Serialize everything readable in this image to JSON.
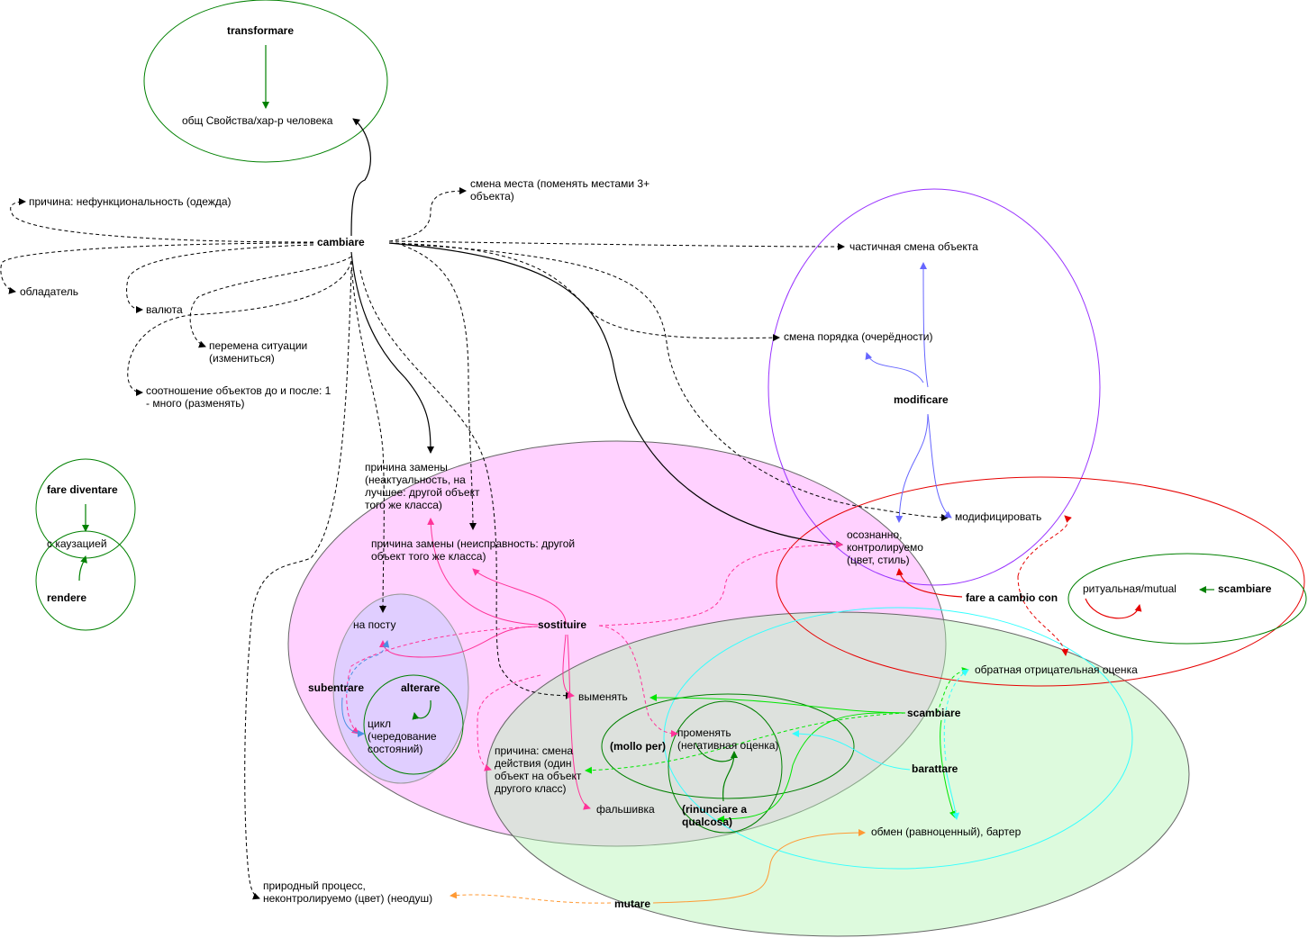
{
  "nodes": {
    "transformare": "transformare",
    "props": "общ Свойства/хар-р человека",
    "cambiare": "cambiare",
    "cause_nonfunc": "причина: нефункциональность (одежда)",
    "owner": "обладатель",
    "currency": "валюта",
    "situation": [
      "перемена ситуации",
      "(измениться)"
    ],
    "ratio": [
      "соотношение объектов до и после: 1",
      "- много (разменять)"
    ],
    "place_change": [
      "смена места (поменять местами 3+",
      "объекта)"
    ],
    "partial_change": "частичная смена объекта",
    "order_change": "смена порядка (очерёдности)",
    "modificare": "modificare",
    "modify": "модифицировать",
    "conscious": [
      "осознанно,",
      "контролируемо",
      "(цвет, стиль)"
    ],
    "fare_a_cambio": "fare a cambio con",
    "ritual": "ритуальная/mutual",
    "scambiare_red": "scambiare",
    "neg_eval_back": "обратная отрицательная оценка",
    "reason_outdated": [
      "причина замены",
      "(неактуальность, на",
      "лучшее: другой объект",
      "того же класса)"
    ],
    "reason_broken": [
      "причина замены (неисправность: другой",
      "объект того же класса)"
    ],
    "na_postu": "на посту",
    "sostituire": "sostituire",
    "subentrare": "subentrare",
    "alterare": "alterare",
    "cycle": [
      "цикл",
      "(чередование",
      "состояний)"
    ],
    "vymenyat": "выменять",
    "mollo_per": "(mollo per)",
    "pomenyat": [
      "променять",
      "(негативная оценка)"
    ],
    "scambiare_main": "scambiare",
    "barattare": "barattare",
    "action_change": [
      "причина: смена",
      "действия (один",
      "объект на объект",
      "другого класс)"
    ],
    "fake": "фальшивка",
    "rinunciare": [
      "(rinunciare a",
      "qualcosa)"
    ],
    "exchange": "обмен (равноценный), бартер",
    "fare_diventare": "fare diventare",
    "causation": "с каузацией",
    "rendere": "rendere",
    "natural": [
      "природный процесс,",
      "неконтролируемо (цвет) (неодуш)"
    ],
    "mutare": "mutare"
  },
  "colors": {
    "black": "#000000",
    "green": "#008000",
    "purple": "#9933ff",
    "red": "#e60000",
    "pink_fill": "#ff99ff",
    "green_fill": "#b3f5b3",
    "blue_fill": "#ccccff",
    "pink_line": "#ff3399",
    "blue_line": "#6666ff",
    "lightblue": "#4a90e2",
    "cyan": "#33ffff",
    "bright_green": "#00e600",
    "orange": "#ff9933"
  }
}
